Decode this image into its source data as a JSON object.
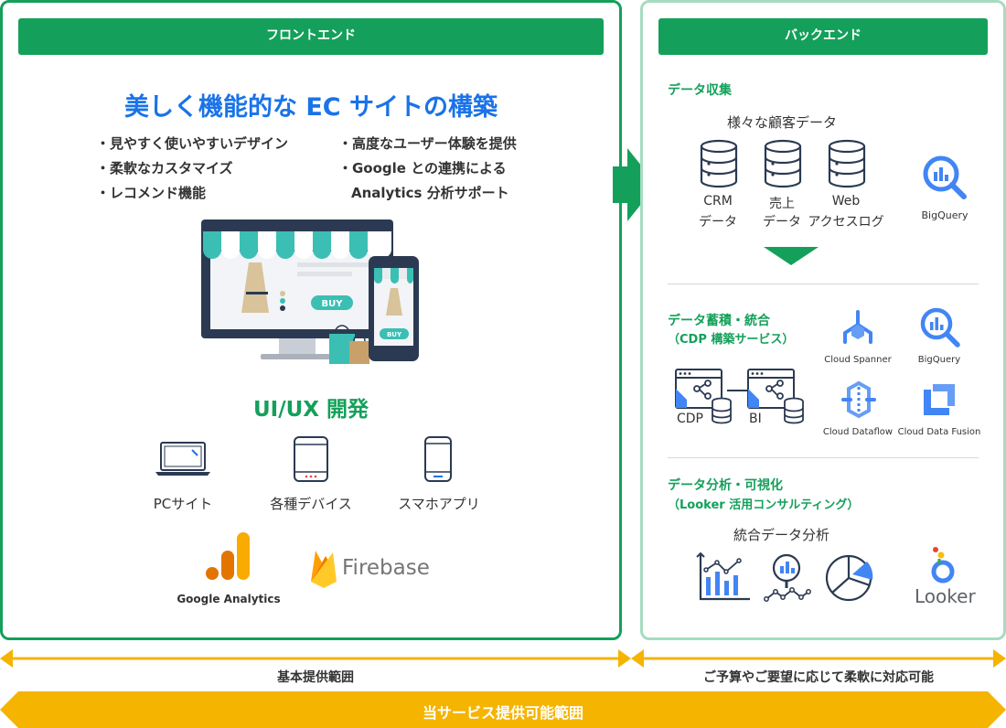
{
  "frontend": {
    "header": "フロントエンド",
    "title": "美しく機能的な EC サイトの構築",
    "bullets_left": [
      "・見やすく使いやすいデザイン",
      "・柔軟なカスタマイズ",
      "・レコメンド機能"
    ],
    "bullets_right": [
      "・高度なユーザー体験を提供",
      "・Google との連携による",
      "Analytics 分析サポート"
    ],
    "buy_label": "BUY",
    "uiux_title": "UI/UX 開発",
    "devices": [
      "PCサイト",
      "各種デバイス",
      "スマホアプリ"
    ],
    "tools": [
      "Google Analytics",
      "Firebase"
    ]
  },
  "backend": {
    "header": "バックエンド",
    "collect": {
      "title": "データ収集",
      "subtitle": "様々な顧客データ",
      "sources": [
        {
          "line1": "CRM",
          "line2": "データ"
        },
        {
          "line1": "売上",
          "line2": "データ"
        },
        {
          "line1": "Web",
          "line2": "アクセスログ"
        }
      ],
      "tool": "BigQuery"
    },
    "store": {
      "title": "データ蓄積・統合",
      "subtitle": "（CDP 構築サービス）",
      "cdp": "CDP",
      "bi": "BI",
      "tools": [
        "Cloud Spanner",
        "BigQuery",
        "Cloud Dataflow",
        "Cloud Data Fusion"
      ]
    },
    "analyze": {
      "title": "データ分析・可視化",
      "subtitle": "（Looker 活用コンサルティング）",
      "label": "統合データ分析",
      "tool": "Looker"
    }
  },
  "footer": {
    "basic_scope": "基本提供範囲",
    "optional_scope": "ご予算やご要望に応じて柔軟に対応可能",
    "service_scope": "当サービス提供可能範囲"
  },
  "colors": {
    "green": "#14a05a",
    "light_green": "#a5dcc0",
    "blue": "#1a73e8",
    "orange": "#f5b400",
    "navy": "#2b3a52"
  }
}
